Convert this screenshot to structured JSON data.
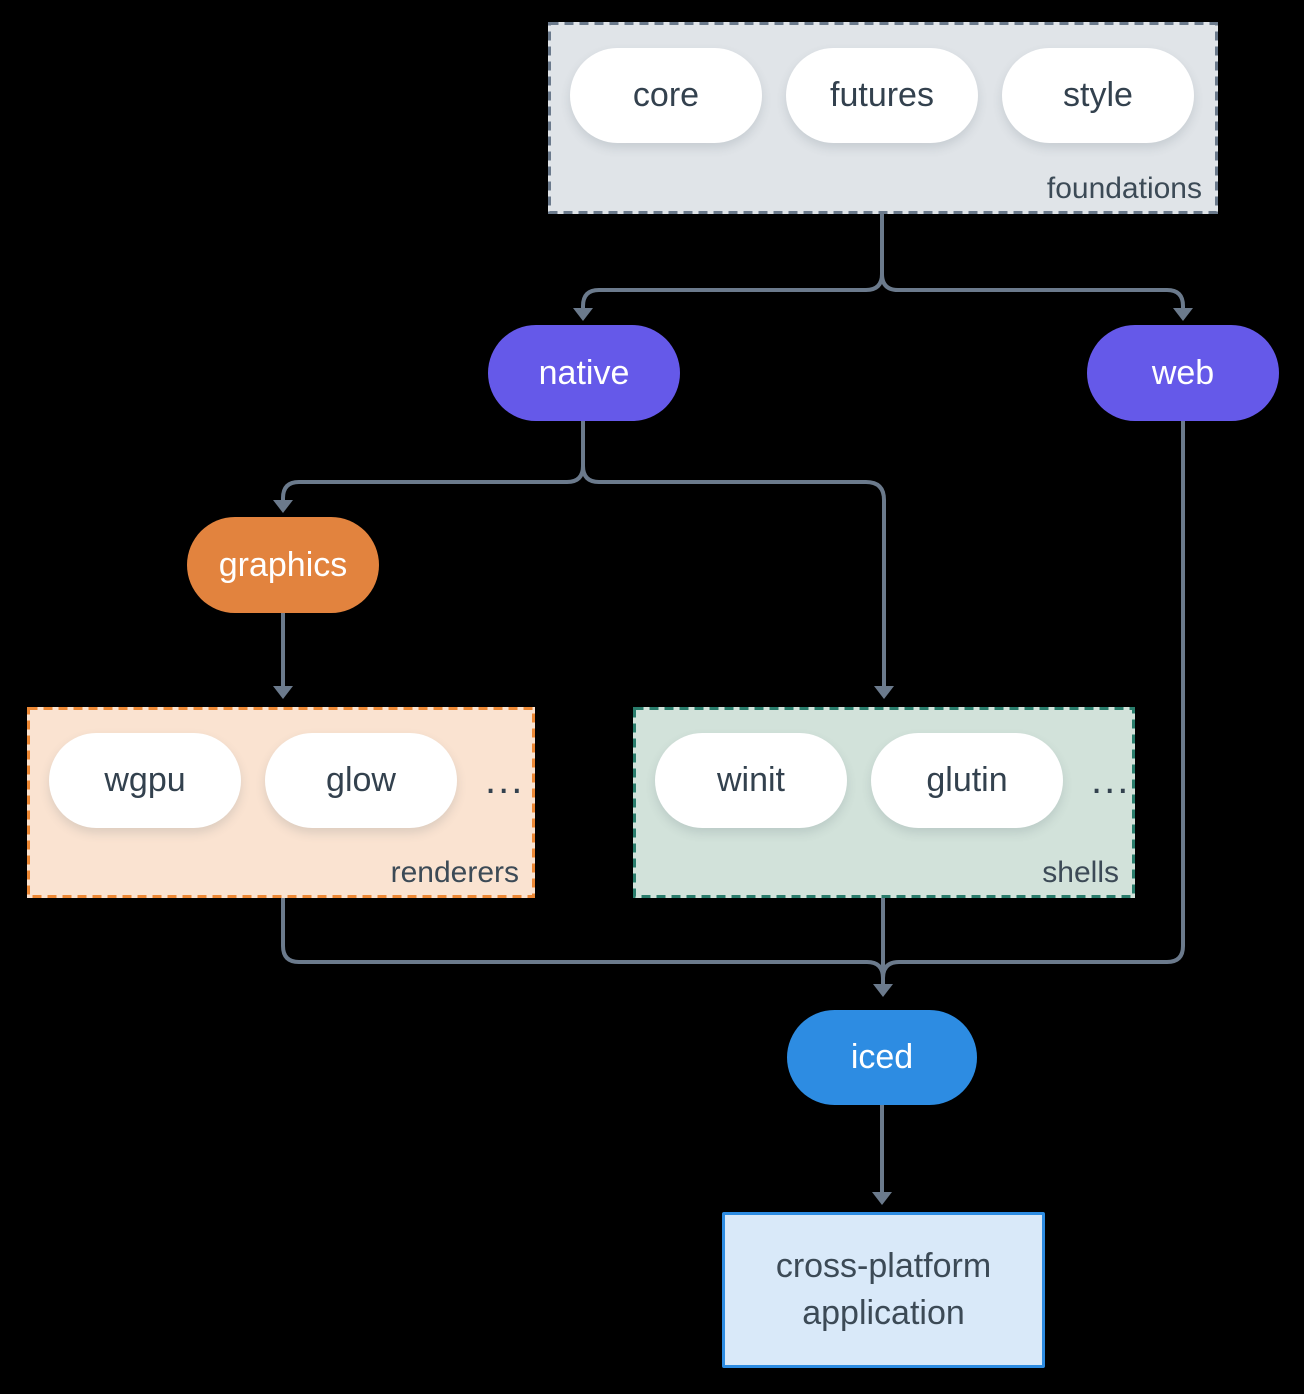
{
  "groups": {
    "foundations": {
      "label": "foundations",
      "pills": [
        "core",
        "futures",
        "style"
      ]
    },
    "renderers": {
      "label": "renderers",
      "pills": [
        "wgpu",
        "glow"
      ],
      "ellipsis": "..."
    },
    "shells": {
      "label": "shells",
      "pills": [
        "winit",
        "glutin"
      ],
      "ellipsis": "..."
    }
  },
  "nodes": {
    "native": {
      "label": "native",
      "color": "#6559e9"
    },
    "web": {
      "label": "web",
      "color": "#6559e9"
    },
    "graphics": {
      "label": "graphics",
      "color": "#e2833e"
    },
    "iced": {
      "label": "iced",
      "color": "#2d8ce2"
    },
    "application": {
      "lines": [
        "cross-platform",
        "application"
      ],
      "fill": "#d9e9f9",
      "border": "#2d8ce2"
    }
  },
  "colors": {
    "background": "#000000",
    "arrow": "#6b7a8c",
    "pill_fill": "#ffffff",
    "pill_text": "#33414e",
    "group_label_text": "#3c4a56",
    "foundations_fill": "#e0e4e8",
    "foundations_border": "#6b7a8c",
    "renderers_fill": "#fae3d1",
    "renderers_border": "#ed8936",
    "shells_fill": "#d2e2da",
    "shells_border": "#2a7d6c"
  },
  "edges": [
    {
      "from": "foundations",
      "to": "native"
    },
    {
      "from": "foundations",
      "to": "web"
    },
    {
      "from": "native",
      "to": "graphics"
    },
    {
      "from": "native",
      "to": "shells"
    },
    {
      "from": "graphics",
      "to": "renderers"
    },
    {
      "from": "renderers",
      "to": "iced"
    },
    {
      "from": "shells",
      "to": "iced"
    },
    {
      "from": "web",
      "to": "iced"
    },
    {
      "from": "iced",
      "to": "application"
    }
  ]
}
